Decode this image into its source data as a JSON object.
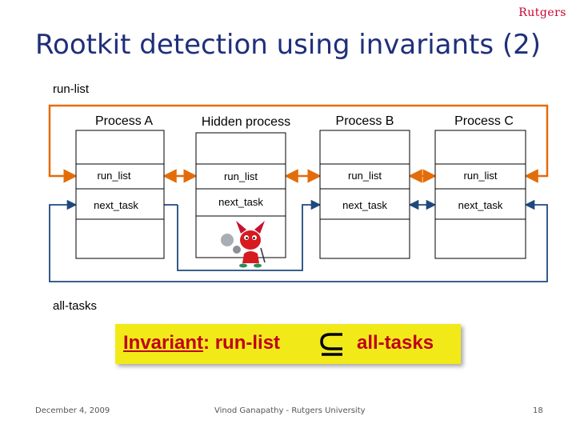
{
  "header": {
    "logo": "Rutgers",
    "title": "Rootkit detection using invariants (2)"
  },
  "diagram": {
    "run_list_label": "run-list",
    "all_tasks_label": "all-tasks",
    "processes": [
      {
        "name": "Process A",
        "run_list": "run_list",
        "next_task": "next_task"
      },
      {
        "name": "Hidden process",
        "run_list": "run_list",
        "next_task": "next_task"
      },
      {
        "name": "Process B",
        "run_list": "run_list",
        "next_task": "next_task"
      },
      {
        "name": "Process C",
        "run_list": "run_list",
        "next_task": "next_task"
      }
    ],
    "colors": {
      "run_list_link": "#e36c0a",
      "all_tasks_link": "#1f497d",
      "invariant_bg": "#f2ea18",
      "invariant_text": "#c0001a"
    }
  },
  "invariant": {
    "label": "Invariant",
    "lhs": "run-list",
    "rhs": "all-tasks",
    "symbol": "subset-or-equal-icon"
  },
  "footer": {
    "date": "December 4, 2009",
    "author": "Vinod Ganapathy - Rutgers University",
    "page": "18"
  }
}
